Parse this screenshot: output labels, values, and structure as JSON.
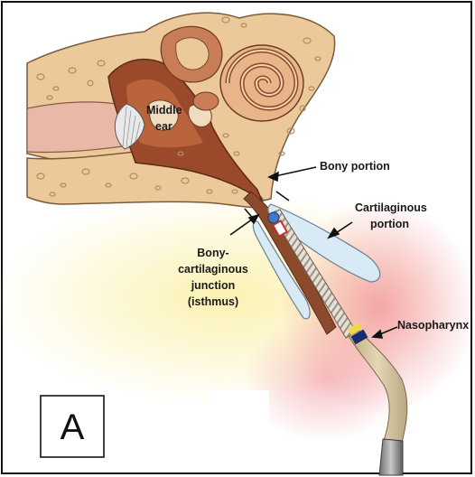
{
  "labels": {
    "middle_ear": [
      "Middle",
      "ear"
    ],
    "bony_portion": "Bony portion",
    "cartilaginous_portion": [
      "Cartilaginous",
      "portion"
    ],
    "isthmus": [
      "Bony-",
      "cartilaginous",
      "junction",
      "(isthmus)"
    ],
    "nasopharynx": "Nasopharynx"
  },
  "panel_letter": "A",
  "colors": {
    "bone": "#ecc99a",
    "bone_dots": "#b48a62",
    "middle_ear_cavity": "#9a4a2a",
    "cochlea": "#c87d56",
    "cartilage": "#d7eaf6",
    "nasopharynx_glow": "#f4a4a8",
    "yellow_glow": "#fbf2b4",
    "catheter_shaft": "#d9c9a2",
    "balloon_tip": "#3f78c9",
    "marker_yellow": "#f2d64c",
    "marker_blue": "#1c2b70"
  }
}
